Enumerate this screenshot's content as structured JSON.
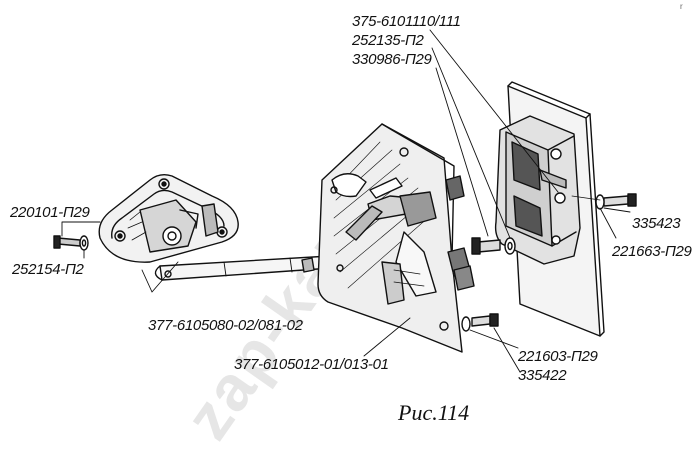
{
  "watermark": "zap-kam.ru",
  "corner_mark": "r",
  "caption": "Рис.114",
  "labels": {
    "p375": "375-6101110/111",
    "p252135": "252135-П2",
    "p330986": "330986-П29",
    "p220101": "220101-П29",
    "p252154": "252154-П2",
    "p377_080": "377-6105080-02/081-02",
    "p377_012": "377-6105012-01/013-01",
    "p335423": "335423",
    "p221663": "221663-П29",
    "p221603": "221603-П29",
    "p335422": "335422"
  }
}
